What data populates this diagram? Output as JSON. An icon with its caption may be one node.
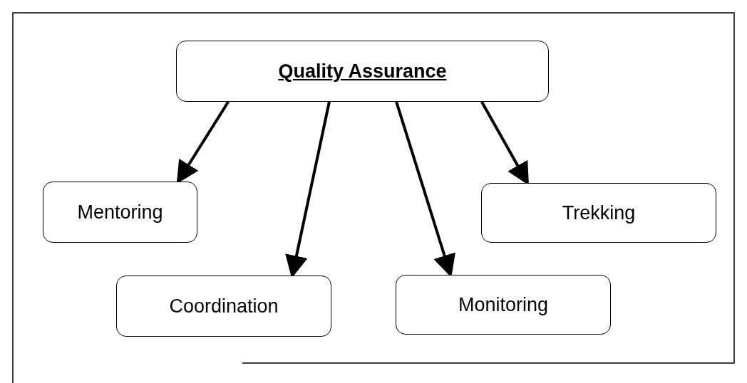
{
  "diagram": {
    "nodes": [
      {
        "text": [
          "Quality Assurance"
        ]
      },
      {
        "text": [
          "Mentoring"
        ]
      },
      {
        "text": [
          "Coordination"
        ]
      },
      {
        "text": [
          "Monitoring"
        ]
      },
      {
        "text": [
          "Trekking"
        ]
      }
    ],
    "edges": [
      {
        "from": 0,
        "to": 1,
        "arrow": "to"
      },
      {
        "from": 0,
        "to": 2,
        "arrow": "to"
      },
      {
        "from": 0,
        "to": 3,
        "arrow": "to"
      },
      {
        "from": 0,
        "to": 4,
        "arrow": "to"
      }
    ]
  }
}
